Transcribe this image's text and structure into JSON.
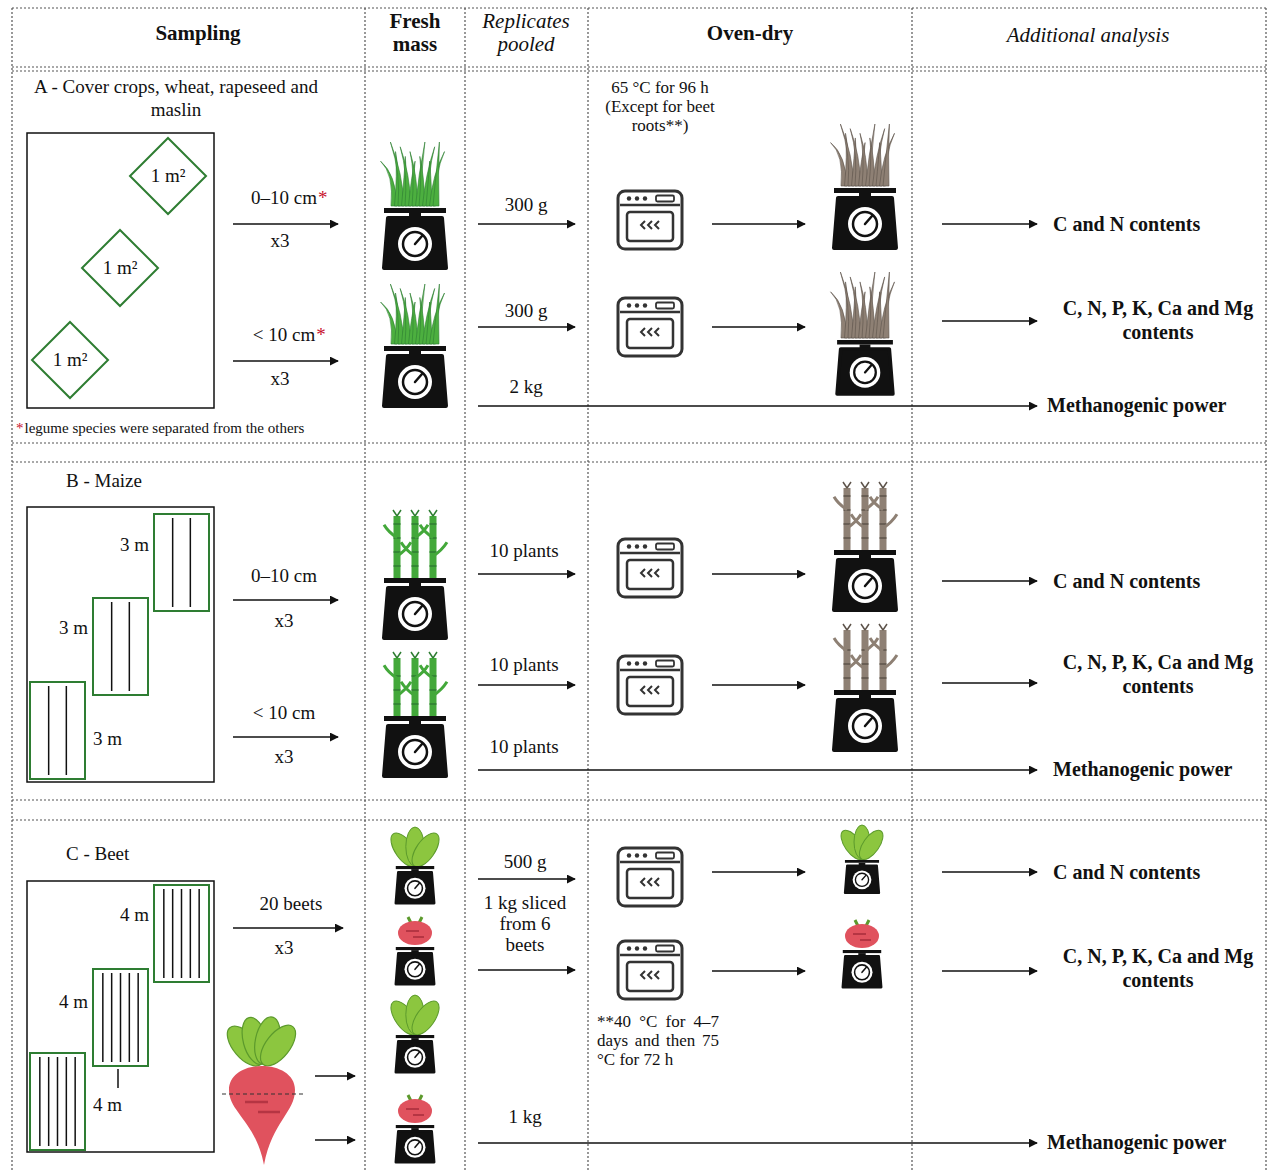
{
  "diagram": {
    "nodes": [
      {
        "text": [
          "1 m²"
        ]
      },
      {
        "text": [
          "1 m²"
        ]
      },
      {
        "text": [
          "1 m²"
        ]
      },
      {
        "text": [
          "3 m"
        ]
      },
      {
        "text": [
          "3 m"
        ]
      },
      {
        "text": [
          "3 m"
        ]
      },
      {
        "text": [
          "4 m"
        ]
      },
      {
        "text": [
          "4 m"
        ]
      },
      {
        "text": [
          "4 m"
        ]
      }
    ],
    "labels": [
      "Sampling",
      "Fresh mass",
      "Replicates pooled",
      "Oven-dry",
      "Additional analysis",
      "A - Cover crops, wheat, rapeseed and maslin",
      "65 °C for 96 h (Except for beet roots**)",
      "0–10 cm",
      "*",
      "x3",
      "300 g",
      "C and N contents",
      "< 10 cm",
      "*",
      "x3",
      "300 g",
      "C, N, P, K, Ca and Mg contents",
      "2 kg",
      "Methanogenic power",
      "*",
      "legume species were separated from the others",
      "B - Maize",
      "0–10 cm",
      "x3",
      "10 plants",
      "C and N contents",
      "< 10 cm",
      "x3",
      "10 plants",
      "C, N, P, K, Ca and Mg contents",
      "10 plants",
      "Methanogenic power",
      "C - Beet",
      "20 beets",
      "x3",
      "500 g",
      "C and N contents",
      "1 kg sliced from 6 beets",
      "C, N, P, K, Ca and Mg contents",
      "**40 °C for 4–7 days and then 75 °C for 72 h",
      "1 kg",
      "Methanogenic power"
    ]
  }
}
